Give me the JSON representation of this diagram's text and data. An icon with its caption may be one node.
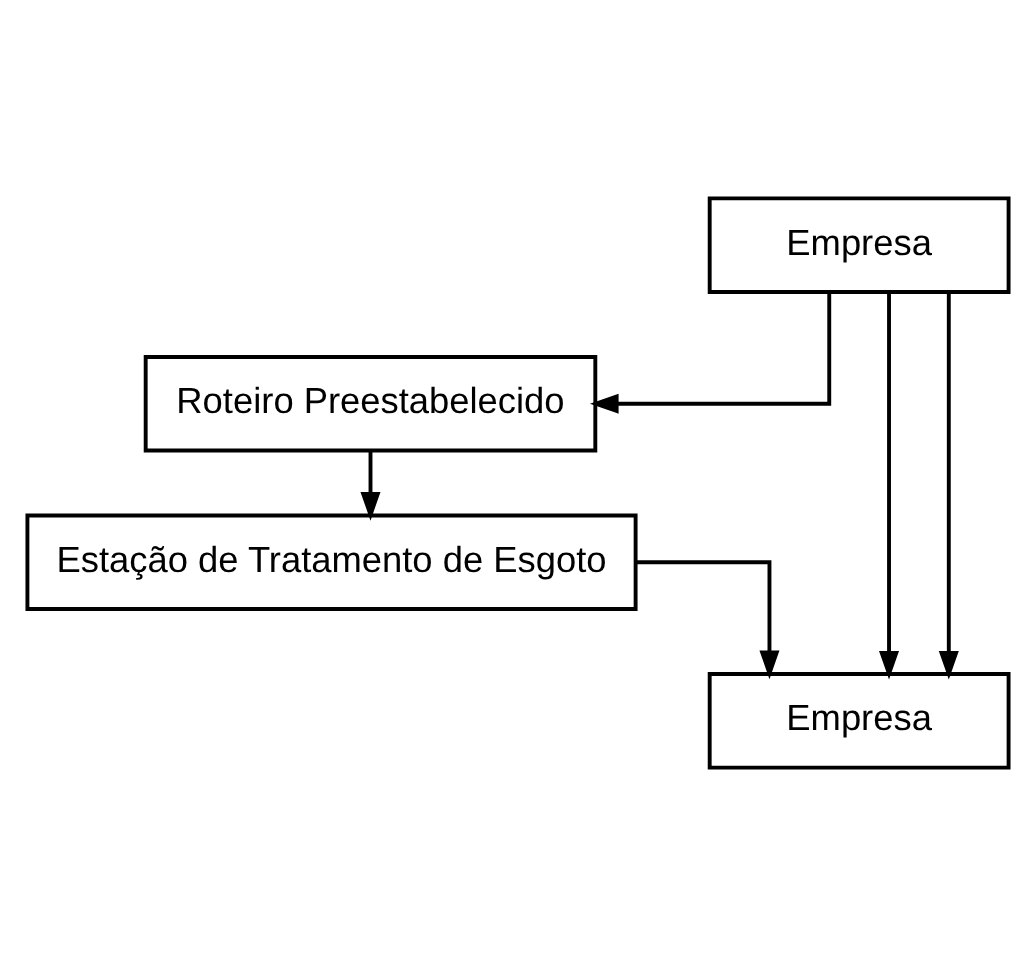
{
  "diagram": {
    "nodes": [
      {
        "text": [
          "Empresa"
        ]
      },
      {
        "text": [
          "Roteiro Preestabelecido"
        ]
      },
      {
        "text": [
          "Estação de Tratamento de Esgoto"
        ]
      },
      {
        "text": [
          "Empresa"
        ]
      }
    ],
    "edges": [
      {
        "from": 0,
        "to": 1,
        "arrow": "to"
      },
      {
        "from": 1,
        "to": 2,
        "arrow": "to"
      },
      {
        "from": 2,
        "to": 3,
        "arrow": "to"
      },
      {
        "from": 0,
        "to": 3,
        "arrow": "to"
      },
      {
        "from": 0,
        "to": 3,
        "arrow": "to"
      }
    ]
  }
}
